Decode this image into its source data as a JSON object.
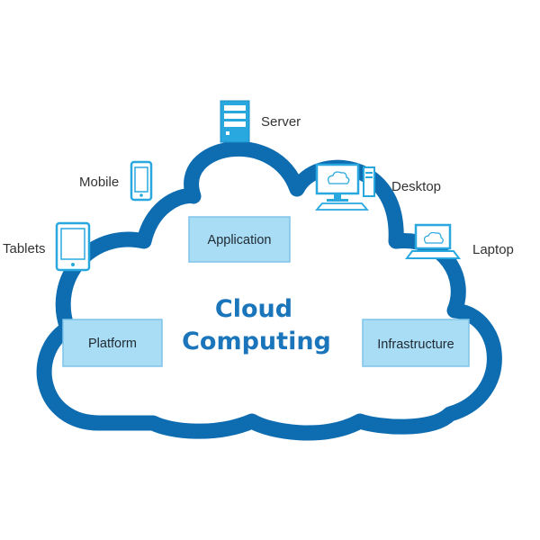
{
  "title": {
    "line1": "Cloud",
    "line2": "Computing"
  },
  "services": {
    "application": "Application",
    "platform": "Platform",
    "infrastructure": "Infrastructure"
  },
  "devices": {
    "server": "Server",
    "mobile": "Mobile",
    "tablets": "Tablets",
    "desktop": "Desktop",
    "laptop": "Laptop"
  },
  "icons": {
    "server": "server-icon",
    "mobile": "mobile-phone-icon",
    "tablets": "tablet-icon",
    "desktop": "desktop-computer-icon",
    "laptop": "laptop-icon"
  },
  "colors": {
    "cloud_outline": "#0e6cb0",
    "title_text": "#1b75bb",
    "service_box_fill": "#a9dcf5",
    "service_box_border": "#7ec4e8",
    "icon_blue": "#29a8df"
  }
}
